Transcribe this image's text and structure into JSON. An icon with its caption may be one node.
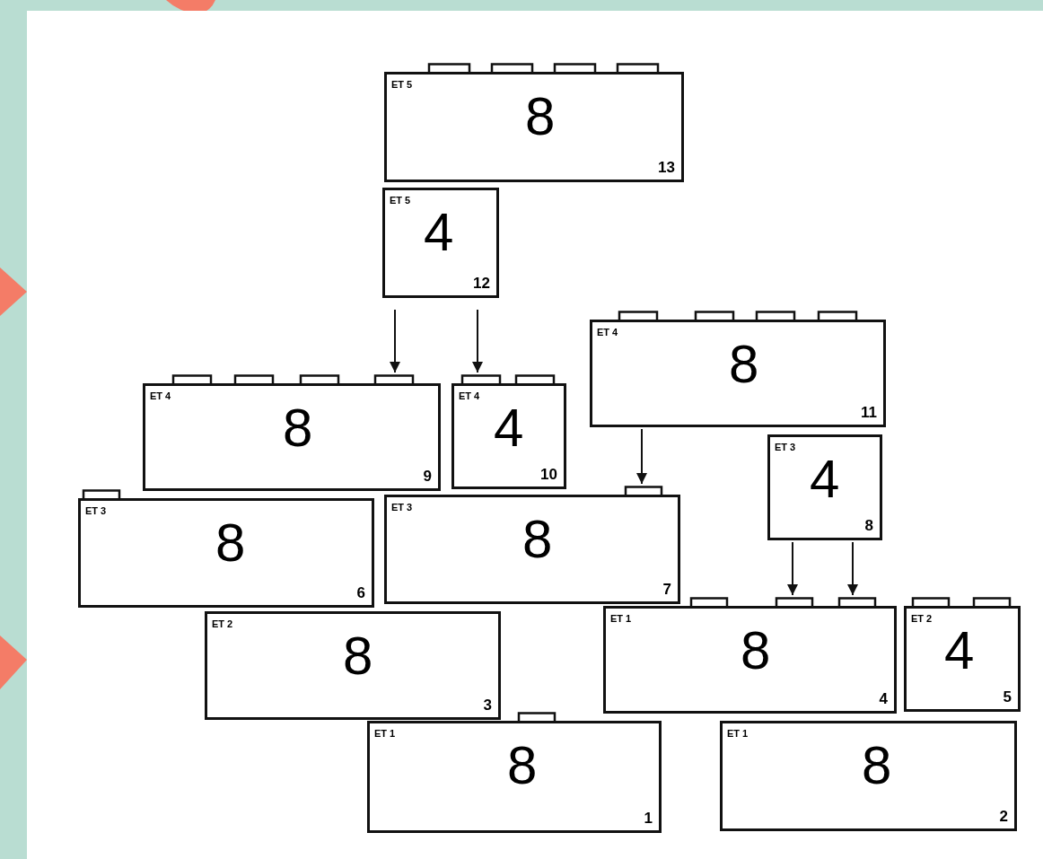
{
  "diagram": {
    "nodes": [
      {
        "text": [
          "ET 5",
          "8",
          "13"
        ]
      },
      {
        "text": [
          "ET 5",
          "4",
          "12"
        ]
      },
      {
        "text": [
          "ET 4",
          "8",
          "11"
        ]
      },
      {
        "text": [
          "ET 4",
          "8",
          "9"
        ]
      },
      {
        "text": [
          "ET 4",
          "4",
          "10"
        ]
      },
      {
        "text": [
          "ET 3",
          "4",
          "8"
        ]
      },
      {
        "text": [
          "ET 3",
          "8",
          "6"
        ]
      },
      {
        "text": [
          "ET 3",
          "8",
          "7"
        ]
      },
      {
        "text": [
          "ET 2",
          "8",
          "3"
        ]
      },
      {
        "text": [
          "ET 1",
          "8",
          "4"
        ]
      },
      {
        "text": [
          "ET 2",
          "4",
          "5"
        ]
      },
      {
        "text": [
          "ET 1",
          "8",
          "1"
        ]
      },
      {
        "text": [
          "ET 1",
          "8",
          "2"
        ]
      }
    ],
    "edges": [
      {
        "from": null,
        "to": 3,
        "arrow": "to"
      },
      {
        "from": null,
        "to": 4,
        "arrow": "to"
      },
      {
        "from": 2,
        "to": 7,
        "arrow": "to"
      },
      {
        "from": 5,
        "to": 9,
        "arrow": "to"
      },
      {
        "from": 5,
        "to": 9,
        "arrow": "to"
      }
    ]
  }
}
